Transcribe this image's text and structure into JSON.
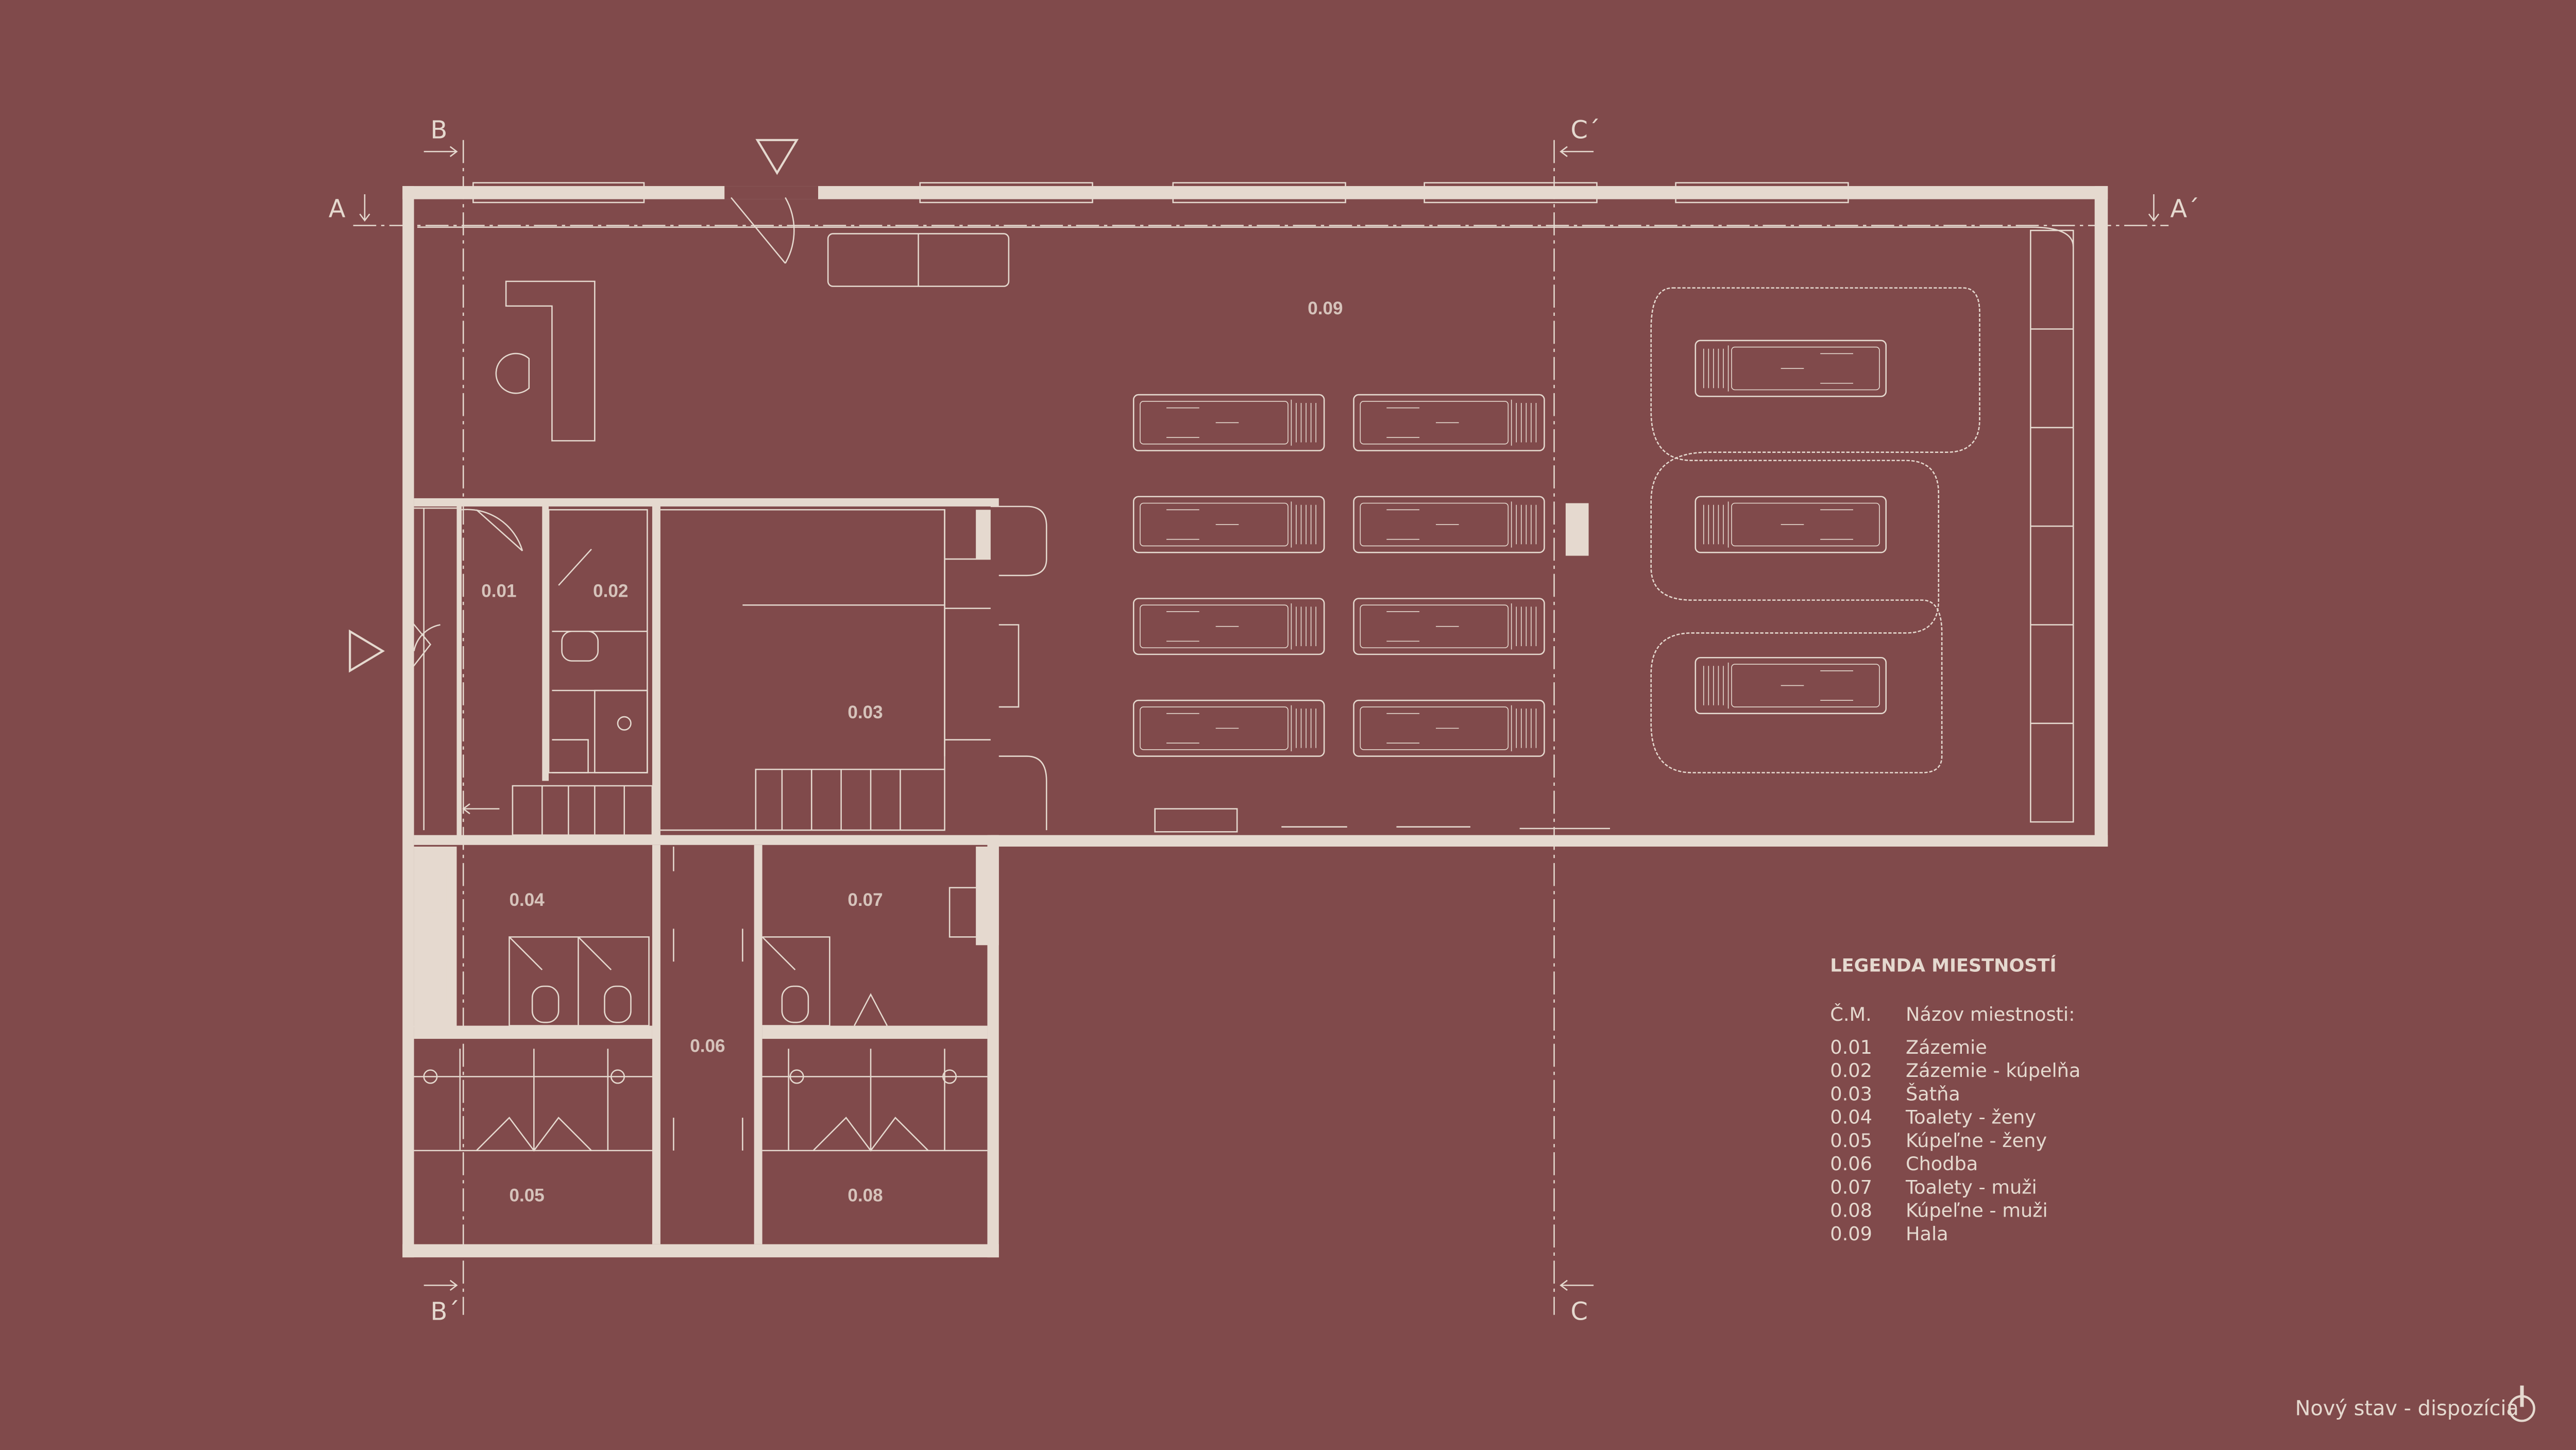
{
  "drawing": {
    "colors": {
      "background": "#804a4b",
      "lines": "#e5d9cf"
    },
    "section_marks": {
      "b_top": "B",
      "b_bottom": "B´",
      "c_top": "C´",
      "c_bottom": "C",
      "a_left": "A",
      "a_right": "A´"
    },
    "room_labels": [
      "0.01",
      "0.02",
      "0.03",
      "0.04",
      "0.05",
      "0.06",
      "0.07",
      "0.08",
      "0.09"
    ]
  },
  "legend": {
    "title": "LEGENDA MIESTNOSTÍ",
    "col_number": "Č.M.",
    "col_name": "Názov miestnosti:",
    "rooms": [
      {
        "num": "0.01",
        "name": "Zázemie"
      },
      {
        "num": "0.02",
        "name": "Zázemie - kúpelňa"
      },
      {
        "num": "0.03",
        "name": "Šatňa"
      },
      {
        "num": "0.04",
        "name": "Toalety - ženy"
      },
      {
        "num": "0.05",
        "name": "Kúpeľne - ženy"
      },
      {
        "num": "0.06",
        "name": "Chodba"
      },
      {
        "num": "0.07",
        "name": "Toalety - muži"
      },
      {
        "num": "0.08",
        "name": "Kúpeľne - muži"
      },
      {
        "num": "0.09",
        "name": "Hala"
      }
    ]
  },
  "footer": {
    "caption": "Nový stav - dispozícia",
    "icon": "power-icon"
  }
}
